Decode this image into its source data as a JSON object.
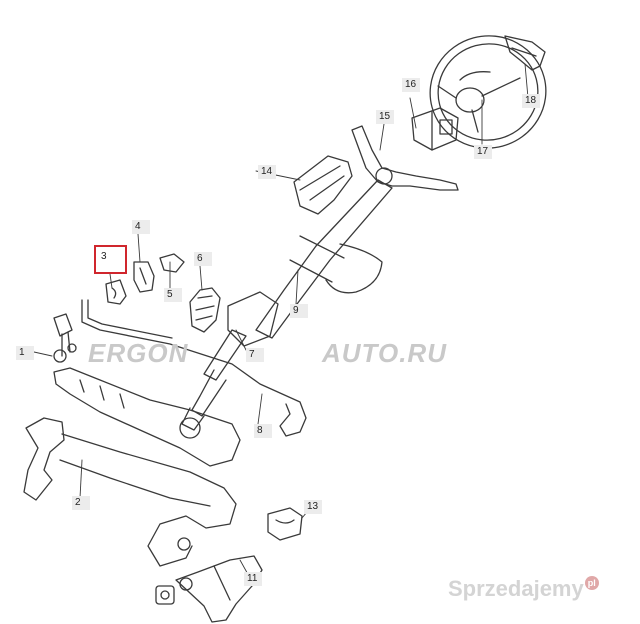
{
  "callouts": {
    "c1": "1",
    "c2": "2",
    "c3": "3",
    "c4": "4",
    "c5": "5",
    "c6": "6",
    "c7": "7",
    "c8": "8",
    "c9": "9",
    "c11": "11",
    "c13": "13",
    "c14": "14",
    "c15": "15",
    "c16": "16",
    "c17": "17",
    "c18": "18"
  },
  "watermark": {
    "left": "ERGON",
    "right": "AUTO.RU"
  },
  "site_mark": {
    "text": "Sprzedajemy",
    "suffix": "pl"
  },
  "colors": {
    "line": "#3a3a3a",
    "highlight": "#d0262d",
    "label_bg": "#ececec"
  }
}
